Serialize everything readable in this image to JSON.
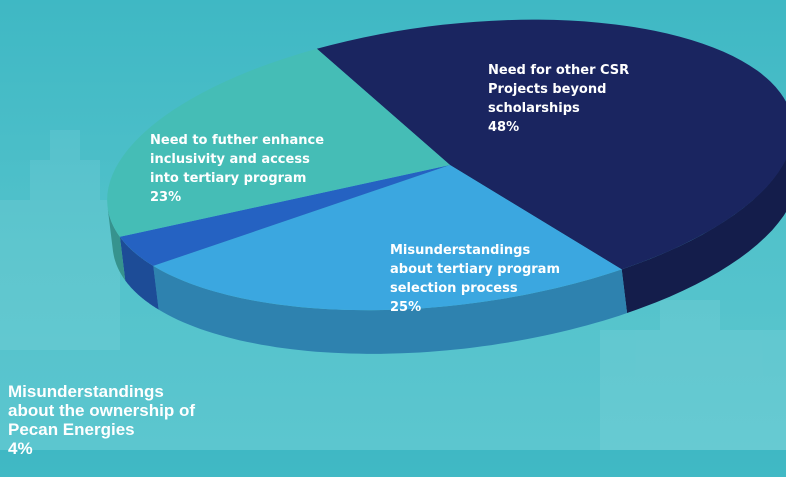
{
  "chart_data": {
    "type": "pie",
    "style": "3d",
    "slices": [
      {
        "label": "Need for other CSR\nProjects beyond\nscholarships",
        "value": 48,
        "value_label": "48%",
        "color": "#1a2560"
      },
      {
        "label": "Misunderstandings\nabout tertiary program\nselection process",
        "value": 25,
        "value_label": "25%",
        "color": "#3ba7e0"
      },
      {
        "label": "Misunderstandings\nabout the ownership of\nPecan Energies",
        "value": 4,
        "value_label": "4%",
        "color": "#2562c2"
      },
      {
        "label": "Need to futher enhance\ninclusivity and access\ninto tertiary program",
        "value": 23,
        "value_label": "23%",
        "color": "#45bdb6"
      }
    ]
  }
}
